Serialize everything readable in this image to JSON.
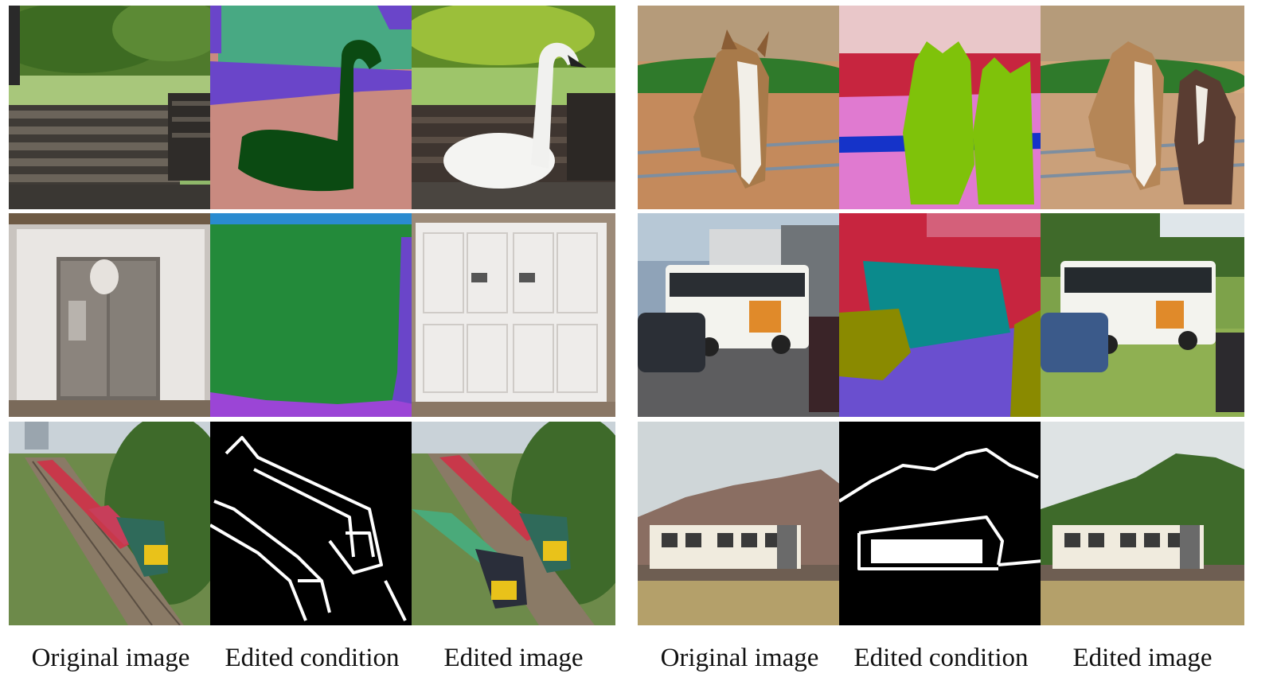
{
  "captions": {
    "left": [
      "Original image",
      "Edited condition",
      "Edited image"
    ],
    "right": [
      "Original image",
      "Edited condition",
      "Edited image"
    ]
  },
  "rows": [
    {
      "left": [
        "bench in park photo",
        "segmentation map with swan shape",
        "swan sitting on bench photo"
      ],
      "right": [
        "horse behind fence photo",
        "segmentation map with two horse shapes",
        "two horses behind fence photo"
      ]
    },
    {
      "left": [
        "steel refrigerator in white cabinet photo",
        "segmentation map with large green region",
        "white wardrobe doors photo"
      ],
      "right": [
        "bus on street with cars photo",
        "segmentation map with bus, car and road regions",
        "bus on grass field photo"
      ]
    },
    {
      "left": [
        "freight train on tracks photo",
        "white edge map of two trains on black",
        "two trains on tracks photo"
      ],
      "right": [
        "white train in front of mountains photo",
        "white edge map of mountain and train on black",
        "white train in front of green hills photo"
      ]
    }
  ],
  "colors": {
    "seg_teal": "#48a983",
    "seg_purple": "#6a45c9",
    "seg_pink": "#c98a80",
    "seg_dark_green": "#0b4a12",
    "seg_green": "#238a3a",
    "seg_blue": "#2a8bd0",
    "seg_violet": "#9b45d6",
    "seg_lightpink": "#e9c7c9",
    "seg_crimson": "#c7253f",
    "seg_magenta": "#e07ad0",
    "seg_lime": "#7fc20a",
    "seg_cyan": "#0b8a8c",
    "seg_olive": "#8a8a00",
    "seg_indigo": "#6a4fcf"
  }
}
